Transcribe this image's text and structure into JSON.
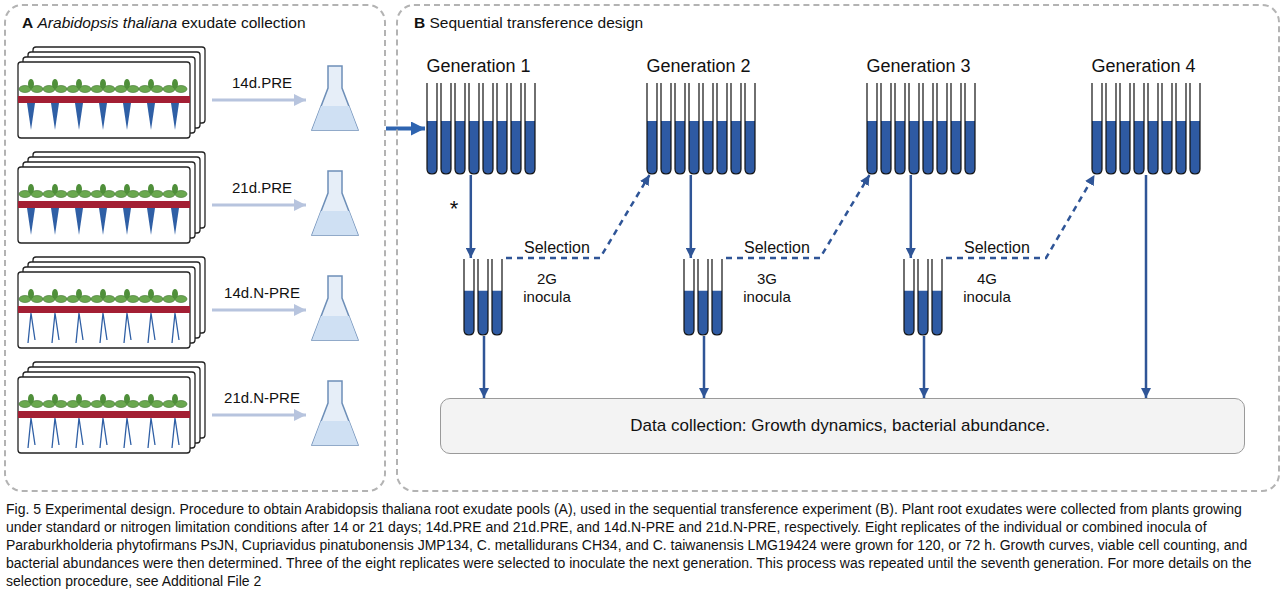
{
  "diagram": {
    "caption": "Fig. 5 Experimental design. Procedure to obtain Arabidopsis thaliana root exudate pools (A), used in the sequential transference experiment (B). Plant root exudates were collected from plants growing under standard or nitrogen limitation conditions after 14 or 21 days; 14d.PRE and 21d.PRE, and 14d.N-PRE and 21d.N-PRE, respectively. Eight replicates of the individual or combined inocula of Paraburkholderia phytofirmans PsJN, Cupriavidus pinatubonensis JMP134, C. metallidurans CH34, and C. taiwanensis LMG19424 were grown for 120, or 72 h. Growth curves, viable cell counting, and bacterial abundances were then determined. Three of the eight replicates were selected to inoculate the next generation. This process was repeated until the seventh generation. For more details on the selection procedure, see Additional File 2",
    "nodes": [
      {
        "text": [
          "A",
          "Arabidopsis thaliana",
          "exudate collection"
        ]
      },
      {
        "text": [
          "B",
          "Sequential transference design"
        ]
      },
      {
        "text": [
          "Generation 1"
        ],
        "in": 1
      },
      {
        "text": [
          "Generation 2"
        ],
        "in": 1
      },
      {
        "text": [
          "Generation 3"
        ],
        "in": 1
      },
      {
        "text": [
          "Generation 4"
        ],
        "in": 1
      },
      {
        "text": [
          "Selection"
        ],
        "in": 1
      },
      {
        "text": [
          "Selection"
        ],
        "in": 1
      },
      {
        "text": [
          "Selection"
        ],
        "in": 1
      },
      {
        "text": [
          "Data collection: Growth dynamics, bacterial abundance."
        ],
        "in": 1
      }
    ],
    "edges": [
      {
        "from": 0,
        "to": 2,
        "arrow": "to"
      },
      {
        "from": 2,
        "to": 6,
        "arrow": "to"
      },
      {
        "from": 6,
        "to": 3,
        "arrow": "to"
      },
      {
        "from": 3,
        "to": 7,
        "arrow": "to"
      },
      {
        "from": 7,
        "to": 4,
        "arrow": "to"
      },
      {
        "from": 4,
        "to": 8,
        "arrow": "to"
      },
      {
        "from": 8,
        "to": 5,
        "arrow": "to"
      },
      {
        "from": 6,
        "to": 9,
        "arrow": "to"
      },
      {
        "from": 7,
        "to": 9,
        "arrow": "to"
      },
      {
        "from": 8,
        "to": 9,
        "arrow": "to"
      },
      {
        "from": 5,
        "to": 9,
        "arrow": "to"
      }
    ],
    "labels": [
      "14d.PRE",
      "21d.PRE",
      "14d.N-PRE",
      "21d.N-PRE",
      "*",
      "2G inocula",
      "3G inocula",
      "4G inocula"
    ]
  }
}
